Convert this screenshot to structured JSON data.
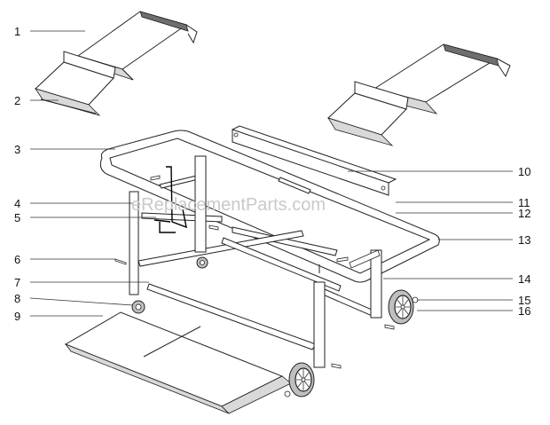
{
  "watermark": "eReplacementParts.com",
  "part_numbers": [
    "1",
    "2",
    "3",
    "4",
    "5",
    "6",
    "7",
    "8",
    "9",
    "10",
    "11",
    "12",
    "13",
    "14",
    "15",
    "16"
  ]
}
